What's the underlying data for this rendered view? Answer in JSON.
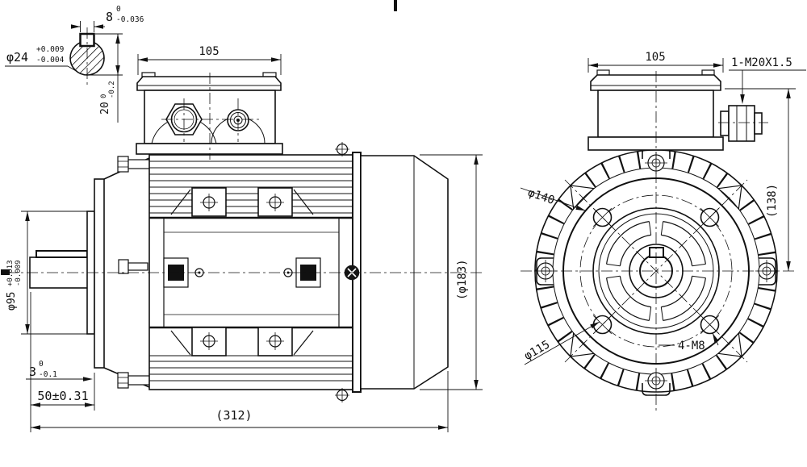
{
  "drawing": {
    "description": "electric motor dimensional drawing, side view and flange-end view with shaft key section detail",
    "dims": {
      "key_width": {
        "value": "8",
        "tol_upper": "0",
        "tol_lower": "-0.036"
      },
      "shaft_dia": {
        "value": "φ24",
        "tol_upper": "+0.009",
        "tol_lower": "-0.004"
      },
      "key_height": {
        "value": "20",
        "tol_upper": "0",
        "tol_lower": "-0.2"
      },
      "spigot_dia": {
        "value": "φ95",
        "tol_upper": "+0.013",
        "tol_lower": "-0.009"
      },
      "spigot_depth": {
        "value": "3",
        "tol_upper": "0",
        "tol_lower": "-0.1"
      },
      "shaft_length": {
        "value": "50±0.31"
      },
      "overall_length": {
        "value": "(312)"
      },
      "frame_dia": {
        "value": "(φ183)"
      },
      "box_width_side": {
        "value": "105"
      },
      "box_width_front": {
        "value": "105"
      },
      "cable_gland_thread": {
        "value": "1-M20X1.5"
      },
      "box_height_from_center": {
        "value": "(138)"
      },
      "flange_dia": {
        "value": "φ140"
      },
      "bolt_circle_dia": {
        "value": "φ115"
      },
      "flange_holes": {
        "value": "4-M8"
      }
    },
    "line_color": "#111111",
    "background": "#ffffff"
  }
}
